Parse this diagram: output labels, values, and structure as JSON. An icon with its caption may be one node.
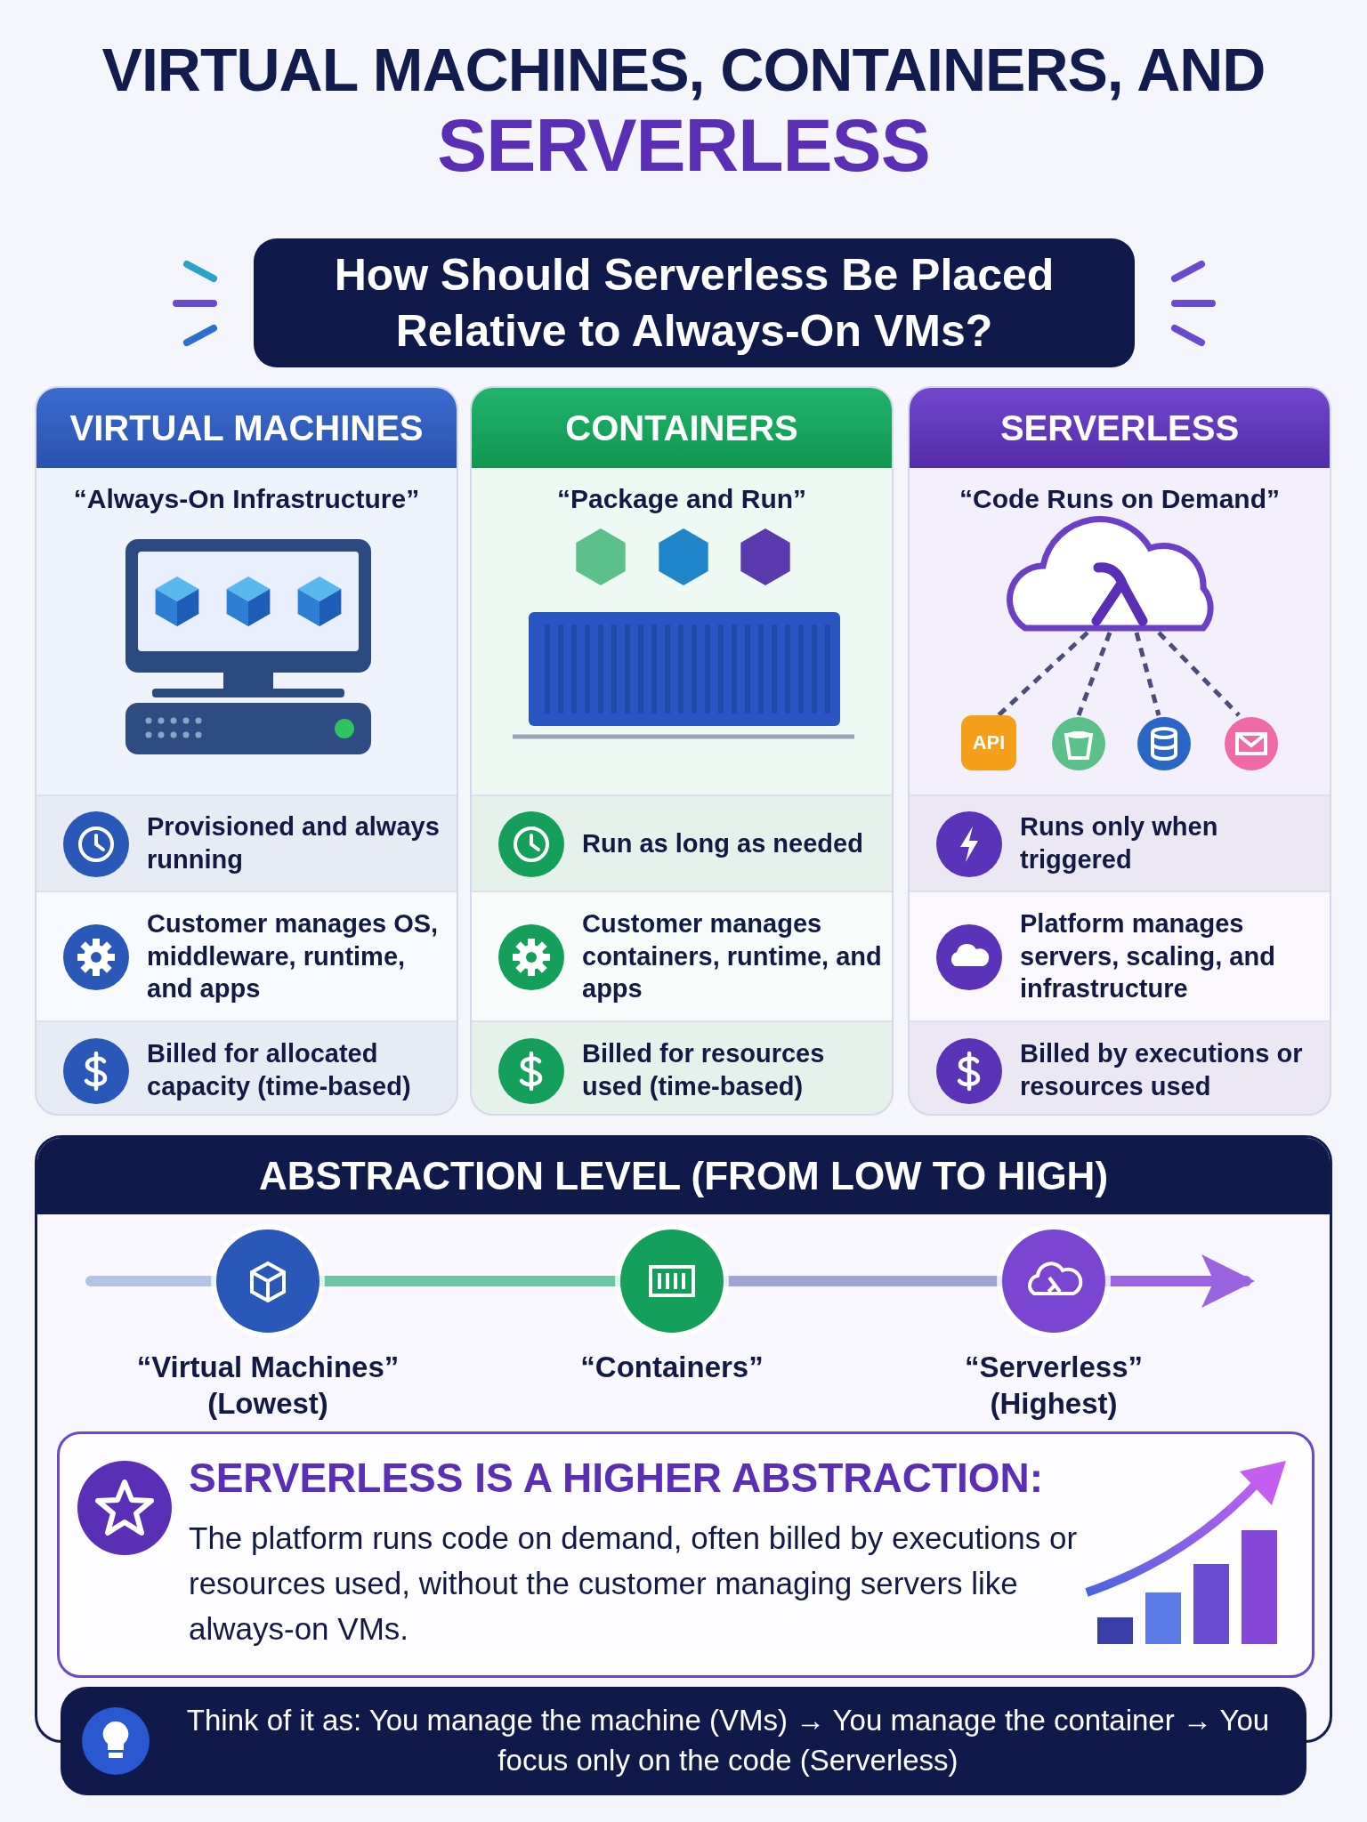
{
  "diagram": {
    "title": "VIRTUAL MACHINES, CONTAINERS, AND SERVERLESS",
    "nodes": [
      {
        "text": [
          "How Should Serverless Be Placed Relative to Always-On VMs?"
        ]
      },
      {
        "text": [
          "VIRTUAL MACHINES",
          "“Always-On Infrastructure”"
        ]
      },
      {
        "text": [
          "Provisioned and always running"
        ],
        "in": 1
      },
      {
        "text": [
          "Customer manages OS, middleware, runtime, and apps"
        ],
        "in": 1
      },
      {
        "text": [
          "Billed for allocated capacity (time-based)"
        ],
        "in": 1
      },
      {
        "text": [
          "CONTAINERS",
          "“Package and Run”"
        ]
      },
      {
        "text": [
          "Run as long as needed"
        ],
        "in": 5
      },
      {
        "text": [
          "Customer manages containers, runtime, and apps"
        ],
        "in": 5
      },
      {
        "text": [
          "Billed for resources used (time-based)"
        ],
        "in": 5
      },
      {
        "text": [
          "SERVERLESS",
          "“Code Runs on Demand”"
        ]
      },
      {
        "text": [
          "Runs only when triggered"
        ],
        "in": 9
      },
      {
        "text": [
          "Platform manages servers, scaling, and infrastructure"
        ],
        "in": 9
      },
      {
        "text": [
          "Billed by executions or resources used"
        ],
        "in": 9
      },
      {
        "text": [
          "ABSTRACTION LEVEL (FROM LOW TO HIGH)"
        ]
      },
      {
        "text": [],
        "shape": "circle",
        "in": 13,
        "beside": [
          "“Virtual Machines” (Lowest)"
        ]
      },
      {
        "text": [],
        "shape": "circle",
        "in": 13,
        "beside": [
          "“Containers”"
        ]
      },
      {
        "text": [],
        "shape": "circle",
        "in": 13,
        "beside": [
          "“Serverless” (Highest)"
        ]
      },
      {
        "text": [
          "SERVERLESS IS A HIGHER ABSTRACTION:",
          "The platform runs code on demand, often billed by executions or resources used, without the customer managing servers like always-on VMs."
        ],
        "in": 13
      },
      {
        "text": [
          "Think of it as: You manage the machine (VMs) → You manage the container → You focus only on the code (Serverless)"
        ]
      }
    ],
    "edges": [
      {
        "from": null,
        "to": 14,
        "arrow": "none",
        "color": "#b5c3e4"
      },
      {
        "from": 14,
        "to": 15,
        "arrow": "none",
        "color": "#6cc6a4"
      },
      {
        "from": 15,
        "to": 16,
        "arrow": "none",
        "color": "#9fa6d6"
      },
      {
        "from": 16,
        "to": null,
        "arrow": "to",
        "color": "#9a63e0"
      }
    ],
    "labels": [
      "API"
    ]
  }
}
